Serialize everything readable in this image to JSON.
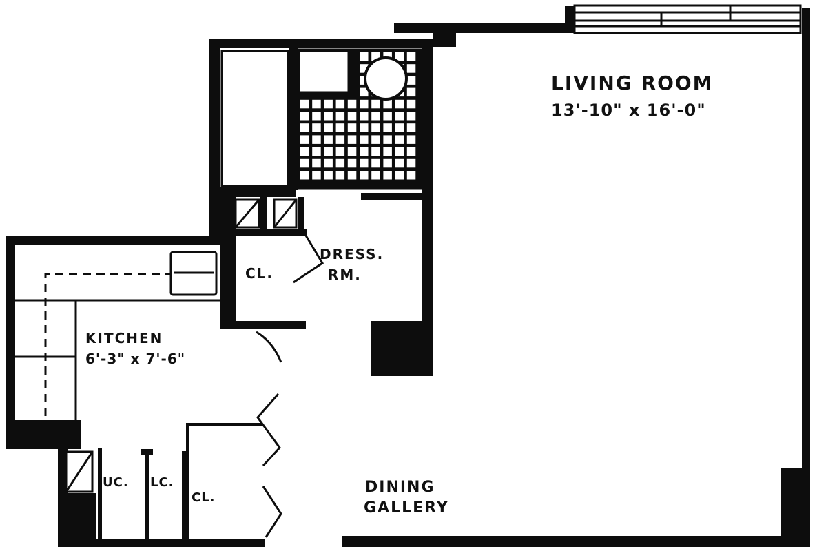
{
  "rooms": {
    "living_room": {
      "name": "LIVING ROOM",
      "dimensions": "13'-10\" x 16'-0\""
    },
    "kitchen": {
      "name": "KITCHEN",
      "dimensions": "6'-3\" x 7'-6\""
    },
    "dressing_room": {
      "line1": "DRESS.",
      "line2": "RM."
    },
    "closet_upper": {
      "name": "CL."
    },
    "dining_gallery": {
      "line1": "DINING",
      "line2": "GALLERY"
    },
    "closet_lower": {
      "name": "CL."
    },
    "upper_cabinet": {
      "name": "UC."
    },
    "lower_cabinet": {
      "name": "LC."
    }
  },
  "colors": {
    "wall": "#0d0d0d",
    "background": "#ffffff"
  }
}
